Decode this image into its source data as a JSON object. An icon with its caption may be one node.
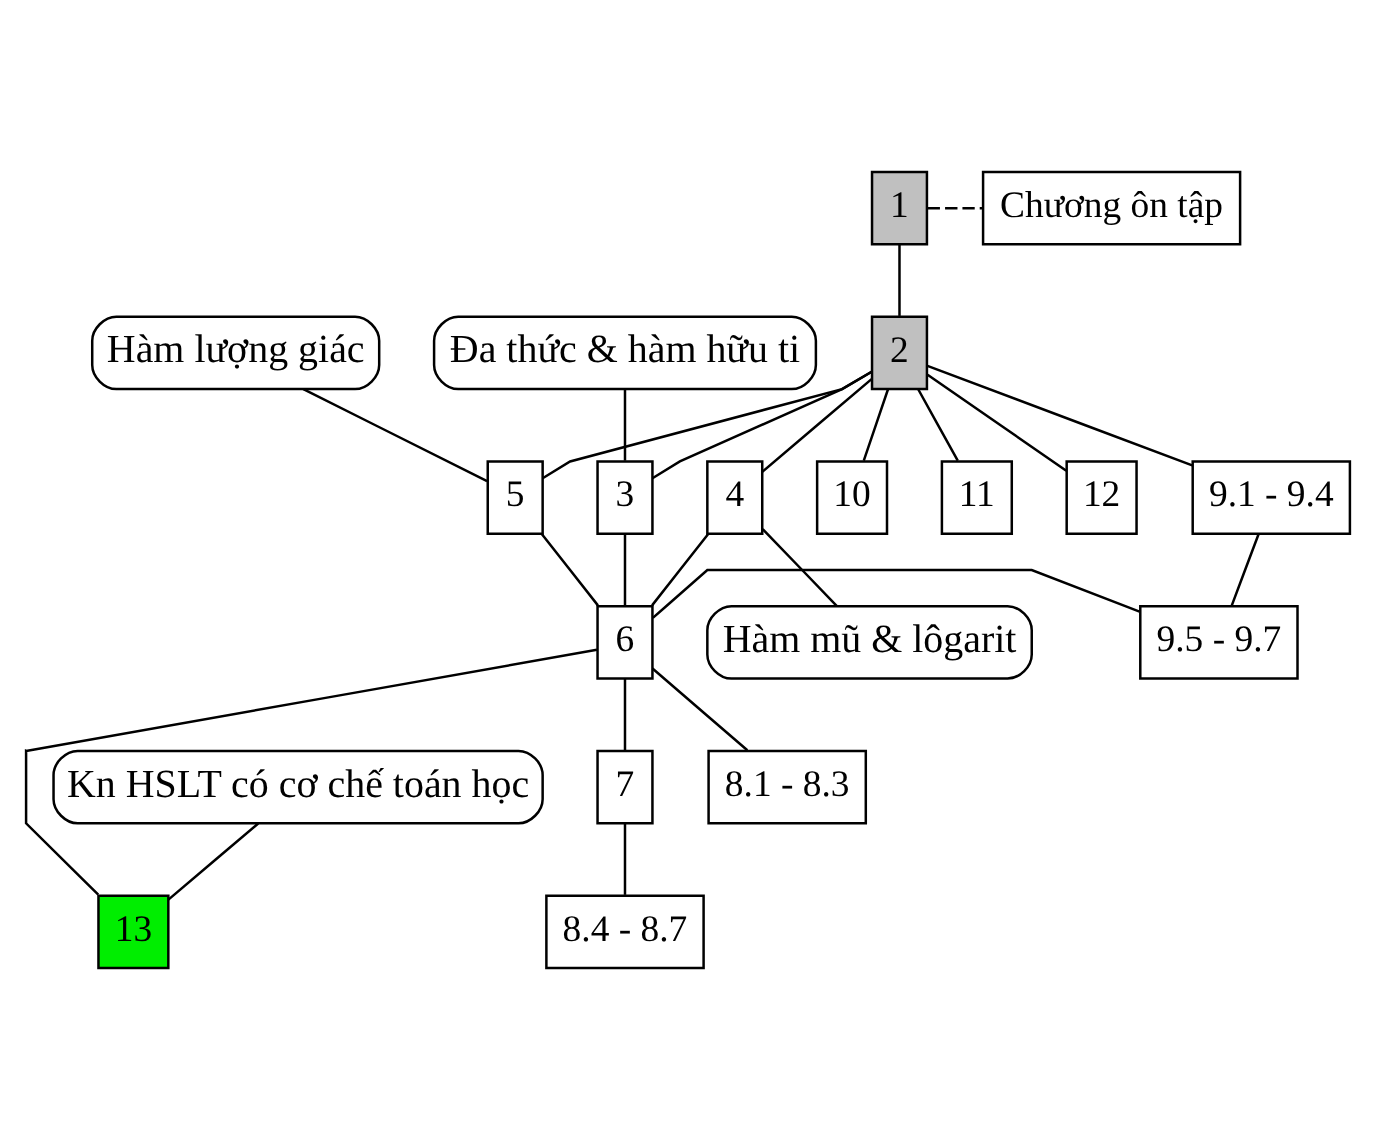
{
  "diagram": {
    "nodes": [
      {
        "text": [
          "1"
        ]
      },
      {
        "text": [
          "Chương ôn tập"
        ]
      },
      {
        "text": [
          "Đa thức & hàm hữu ti"
        ]
      },
      {
        "text": [
          "2"
        ]
      },
      {
        "text": [
          "Hàm lượng giác"
        ]
      },
      {
        "text": [
          "3"
        ]
      },
      {
        "text": [
          "4"
        ]
      },
      {
        "text": [
          "5"
        ]
      },
      {
        "text": [
          "9.1 - 9.4"
        ]
      },
      {
        "text": [
          "10"
        ]
      },
      {
        "text": [
          "11"
        ]
      },
      {
        "text": [
          "12"
        ]
      },
      {
        "text": [
          "Hàm mũ & lôgarit"
        ]
      },
      {
        "text": [
          "6"
        ]
      },
      {
        "text": [
          "9.5 - 9.7"
        ]
      },
      {
        "text": [
          "13"
        ]
      },
      {
        "text": [
          "Kn HSLT có cơ chế toán học"
        ]
      },
      {
        "text": [
          "7"
        ]
      },
      {
        "text": [
          "8.1 - 8.3"
        ]
      },
      {
        "text": [
          "8.4 - 8.7"
        ]
      }
    ],
    "edges": [
      {
        "from": 0,
        "to": 1,
        "arrow": "none",
        "style": "dashed"
      },
      {
        "from": 0,
        "to": 3,
        "arrow": "none"
      },
      {
        "from": 3,
        "to": 5,
        "arrow": "none"
      },
      {
        "from": 3,
        "to": 6,
        "arrow": "none"
      },
      {
        "from": 3,
        "to": 7,
        "arrow": "none"
      },
      {
        "from": 3,
        "to": 8,
        "arrow": "none"
      },
      {
        "from": 3,
        "to": 9,
        "arrow": "none"
      },
      {
        "from": 3,
        "to": 10,
        "arrow": "none"
      },
      {
        "from": 3,
        "to": 11,
        "arrow": "none"
      },
      {
        "from": 2,
        "to": 5,
        "arrow": "none"
      },
      {
        "from": 4,
        "to": 7,
        "arrow": "none"
      },
      {
        "from": 12,
        "to": 6,
        "arrow": "none"
      },
      {
        "from": 5,
        "to": 13,
        "arrow": "none"
      },
      {
        "from": 6,
        "to": 13,
        "arrow": "none"
      },
      {
        "from": 7,
        "to": 13,
        "arrow": "none"
      },
      {
        "from": 13,
        "to": 14,
        "arrow": "none"
      },
      {
        "from": 8,
        "to": 14,
        "arrow": "none"
      },
      {
        "from": 13,
        "to": 15,
        "arrow": "none"
      },
      {
        "from": 16,
        "to": 15,
        "arrow": "none"
      },
      {
        "from": 13,
        "to": 17,
        "arrow": "none"
      },
      {
        "from": 13,
        "to": 18,
        "arrow": "none"
      },
      {
        "from": 17,
        "to": 19,
        "arrow": "none"
      }
    ]
  }
}
